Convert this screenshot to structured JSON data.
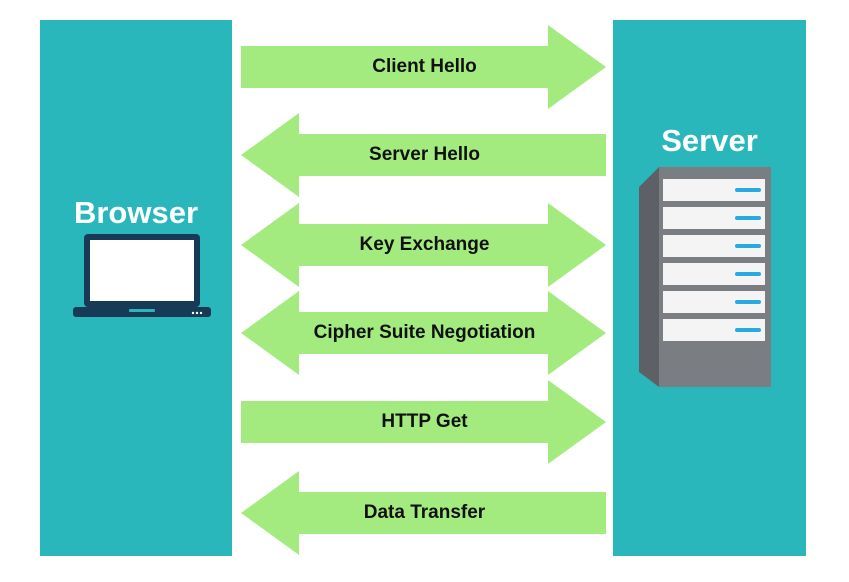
{
  "browser": {
    "title": "Browser",
    "icon": "laptop-icon"
  },
  "server": {
    "title": "Server",
    "icon": "server-rack-icon"
  },
  "colors": {
    "panel": "#2ab7bb",
    "arrow": "#a3ea7f",
    "label": "#111111"
  },
  "messages": [
    {
      "label": "Client Hello",
      "direction": "right"
    },
    {
      "label": "Server Hello",
      "direction": "left"
    },
    {
      "label": "Key Exchange",
      "direction": "both"
    },
    {
      "label": "Cipher Suite Negotiation",
      "direction": "both"
    },
    {
      "label": "HTTP Get",
      "direction": "right"
    },
    {
      "label": "Data Transfer",
      "direction": "left"
    }
  ]
}
